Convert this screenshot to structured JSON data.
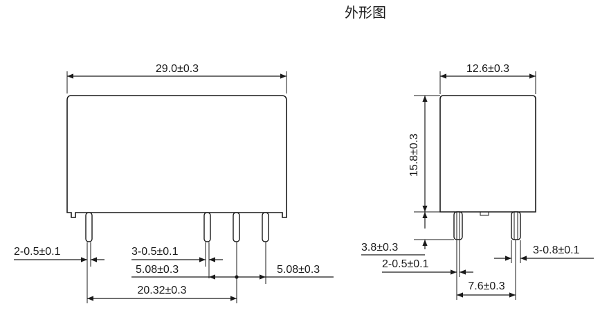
{
  "title": "外形图",
  "front_view": {
    "width_dim": "29.0±0.3",
    "pin_a_dim": "2-0.5±0.1",
    "pin_b_dim": "3-0.5±0.1",
    "pitch_dim_1": "5.08±0.3",
    "pitch_dim_2": "5.08±0.3",
    "span_dim": "20.32±0.3"
  },
  "side_view": {
    "width_dim": "12.6±0.3",
    "height_dim": "15.8±0.3",
    "pin_len_dim": "3.8±0.3",
    "pin_thin_dim": "2-0.5±0.1",
    "pin_thick_dim": "3-0.8±0.1",
    "pin_span_dim": "7.6±0.3"
  }
}
